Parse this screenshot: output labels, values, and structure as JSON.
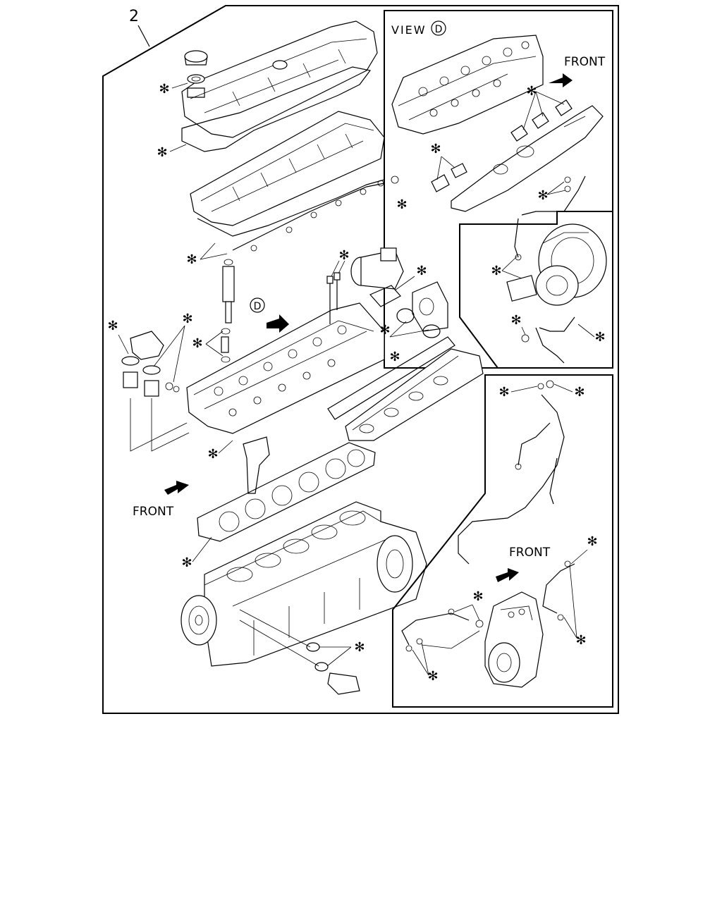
{
  "diagram": {
    "callout_number": "2",
    "view_label": "VIEW",
    "view_marker": "D",
    "main_marker": "D",
    "front_labels": [
      "FRONT",
      "FRONT",
      "FRONT"
    ],
    "asterisk_symbol": "✻"
  }
}
